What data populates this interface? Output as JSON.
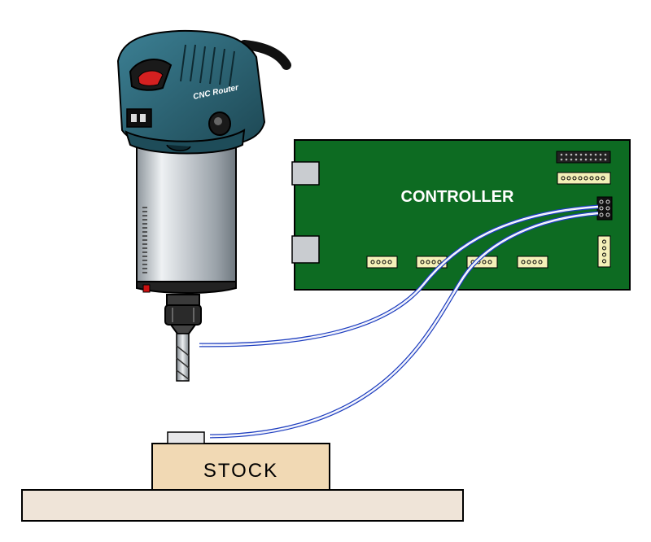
{
  "router": {
    "brand_text": "CNC Router"
  },
  "controller": {
    "label": "CONTROLLER"
  },
  "stock": {
    "label": "STOCK"
  },
  "colors": {
    "router_body": "#2a6373",
    "router_dark": "#1b3f49",
    "router_silver": "#d0d4d8",
    "board_green": "#0d6b22",
    "header_yellow": "#f4f0b8",
    "stock_tan": "#f1d9b4",
    "table_tan": "#efe4d8",
    "arrow_blue": "#1f2fd6",
    "wire_outline": "#1f3fbf"
  },
  "icons": [
    "router-icon",
    "end-mill-icon",
    "probe-plate-icon"
  ]
}
